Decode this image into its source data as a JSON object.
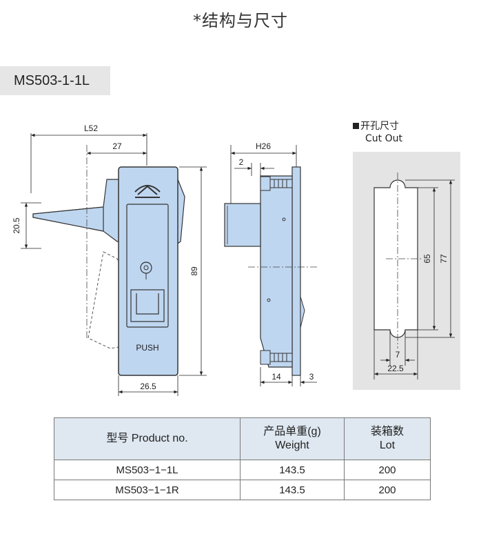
{
  "page": {
    "title": "*结构与尺寸",
    "model": "MS503-1-1L"
  },
  "drawing": {
    "front": {
      "dim_total_width": "L52",
      "dim_partial_width": "27",
      "dim_lever_height": "20.5",
      "dim_height": "89",
      "dim_body_width": "26.5",
      "push_label": "PUSH"
    },
    "side": {
      "dim_depth": "H26",
      "dim_offset": "2",
      "dim_body": "14",
      "dim_plate": "3"
    },
    "cutout": {
      "label_cn": "开孔尺寸",
      "label_en": "Cut Out",
      "dim_inner_height": "65",
      "dim_outer_height": "77",
      "dim_slot": "7",
      "dim_width": "22.5"
    }
  },
  "table": {
    "headers": [
      {
        "line1": "型号 Product no.",
        "line2": ""
      },
      {
        "line1": "产品单重(g)",
        "line2": "Weight"
      },
      {
        "line1": "装箱数",
        "line2": "Lot"
      }
    ],
    "rows": [
      {
        "model": "MS503−1−1L",
        "weight": "143.5",
        "lot": "200"
      },
      {
        "model": "MS503−1−1R",
        "weight": "143.5",
        "lot": "200"
      }
    ]
  },
  "colors": {
    "part_fill": "#bfd6f0",
    "cutout_bg": "#e4e4e4",
    "table_header": "#dfe8f1"
  }
}
